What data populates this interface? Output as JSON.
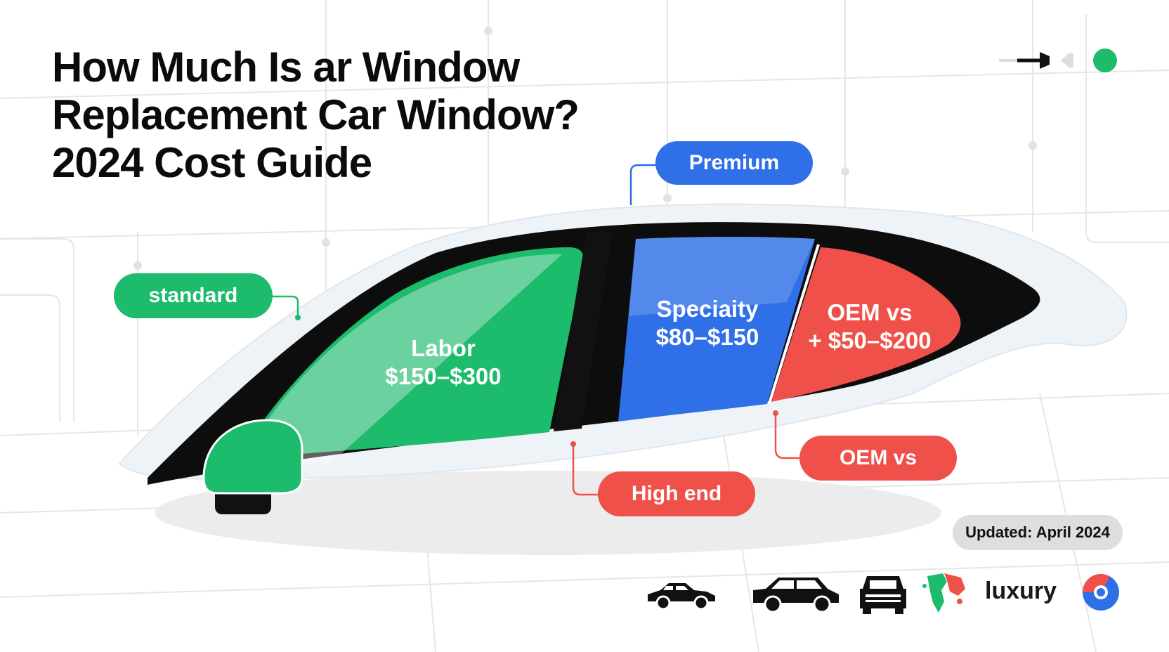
{
  "title": {
    "line1": "How Much Is ar Window",
    "line2": "Replacement Car Window?",
    "line3": "2024 Cost Guide"
  },
  "callouts": {
    "premium": "Premium",
    "standard": "standard",
    "oem_vs": "OEM vs",
    "high_end": "High end"
  },
  "windows": {
    "front": {
      "line1": "Labor",
      "line2": "$150–$300"
    },
    "middle": {
      "line1": "Speciaity",
      "line2": "$80–$150"
    },
    "rear": {
      "line1": "OEM vs",
      "line2": "+ $50–$200"
    }
  },
  "updated": "Updated: April 2024",
  "footer": {
    "luxury_label": "luxury"
  },
  "colors": {
    "green": "#1dbb6c",
    "blue": "#2f6fe8",
    "red": "#f0504a",
    "dark": "#0b0b0b"
  },
  "icons": [
    "sedan-icon",
    "suv-icon",
    "truck-front-icon",
    "map-icon",
    "chrome-like-icon",
    "toggle-slider-icon",
    "status-dot-icon"
  ]
}
